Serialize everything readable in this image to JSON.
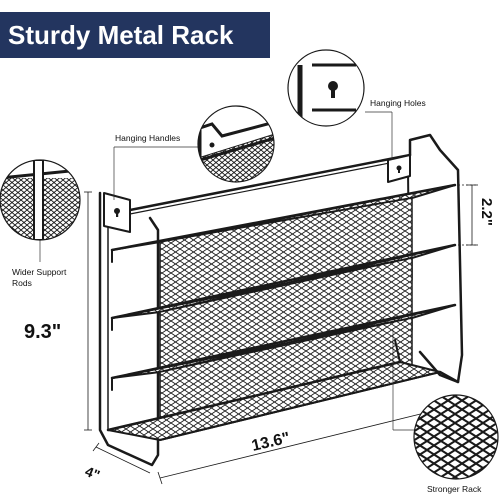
{
  "banner": {
    "title": "Sturdy Metal Rack"
  },
  "callouts": {
    "hanging_holes": "Hanging Holes",
    "hanging_handles": "Hanging Handles",
    "wider_support_line1": "Wider Support",
    "wider_support_line2": "Rods",
    "stronger_rack": "Stronger Rack"
  },
  "dimensions": {
    "height": "9.3\"",
    "width": "13.6\"",
    "depth": "4\"",
    "shelf_gap": "2.2\""
  },
  "colors": {
    "banner_bg": "#23355f",
    "banner_text": "#ffffff",
    "metal": "#1a1a1a"
  }
}
